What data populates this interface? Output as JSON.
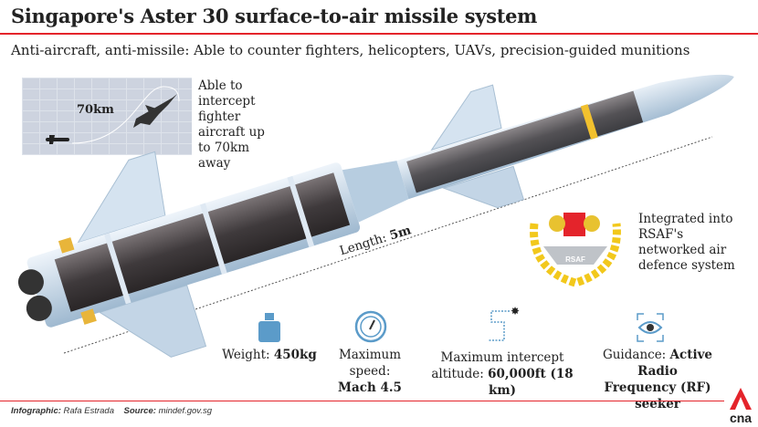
{
  "header": {
    "title": "Singapore's Aster 30 surface-to-air missile system",
    "subtitle": "Anti-aircraft, anti-missile: Able to counter fighters, helicopters, UAVs, precision-guided munitions"
  },
  "range_inset": {
    "distance_label": "70km",
    "description": "Able to intercept fighter aircraft up to 70km away"
  },
  "length": {
    "label": "Length:",
    "value": "5m"
  },
  "rsaf": {
    "emblem_text": "RSAF",
    "description": "Integrated into RSAF's networked air defence system"
  },
  "stats": [
    {
      "icon": "weight-icon",
      "label": "Weight:",
      "value": "450kg"
    },
    {
      "icon": "speedometer-icon",
      "label": "Maximum speed:",
      "value": "Mach 4.5"
    },
    {
      "icon": "altitude-path-icon",
      "label": "Maximum intercept altitude:",
      "label_line1": "Maximum intercept",
      "label_line2": "altitude:",
      "value": "60,000ft (18 km)"
    },
    {
      "icon": "eye-seeker-icon",
      "label": "Guidance:",
      "value_line1": "Active Radio",
      "value_line2": "Frequency (RF) seeker"
    }
  ],
  "footer": {
    "infographic_label": "Infographic:",
    "infographic_author": "Rafa Estrada",
    "source_label": "Source:",
    "source_value": "mindef.gov.sg"
  },
  "brand": {
    "logo_text": "cna"
  },
  "colors": {
    "accent_red": "#e4242b",
    "icon_blue": "#5b9bc9",
    "missile_light": "#c9dcec",
    "missile_dark": "#3f3a3c",
    "gold": "#e8b53a"
  }
}
